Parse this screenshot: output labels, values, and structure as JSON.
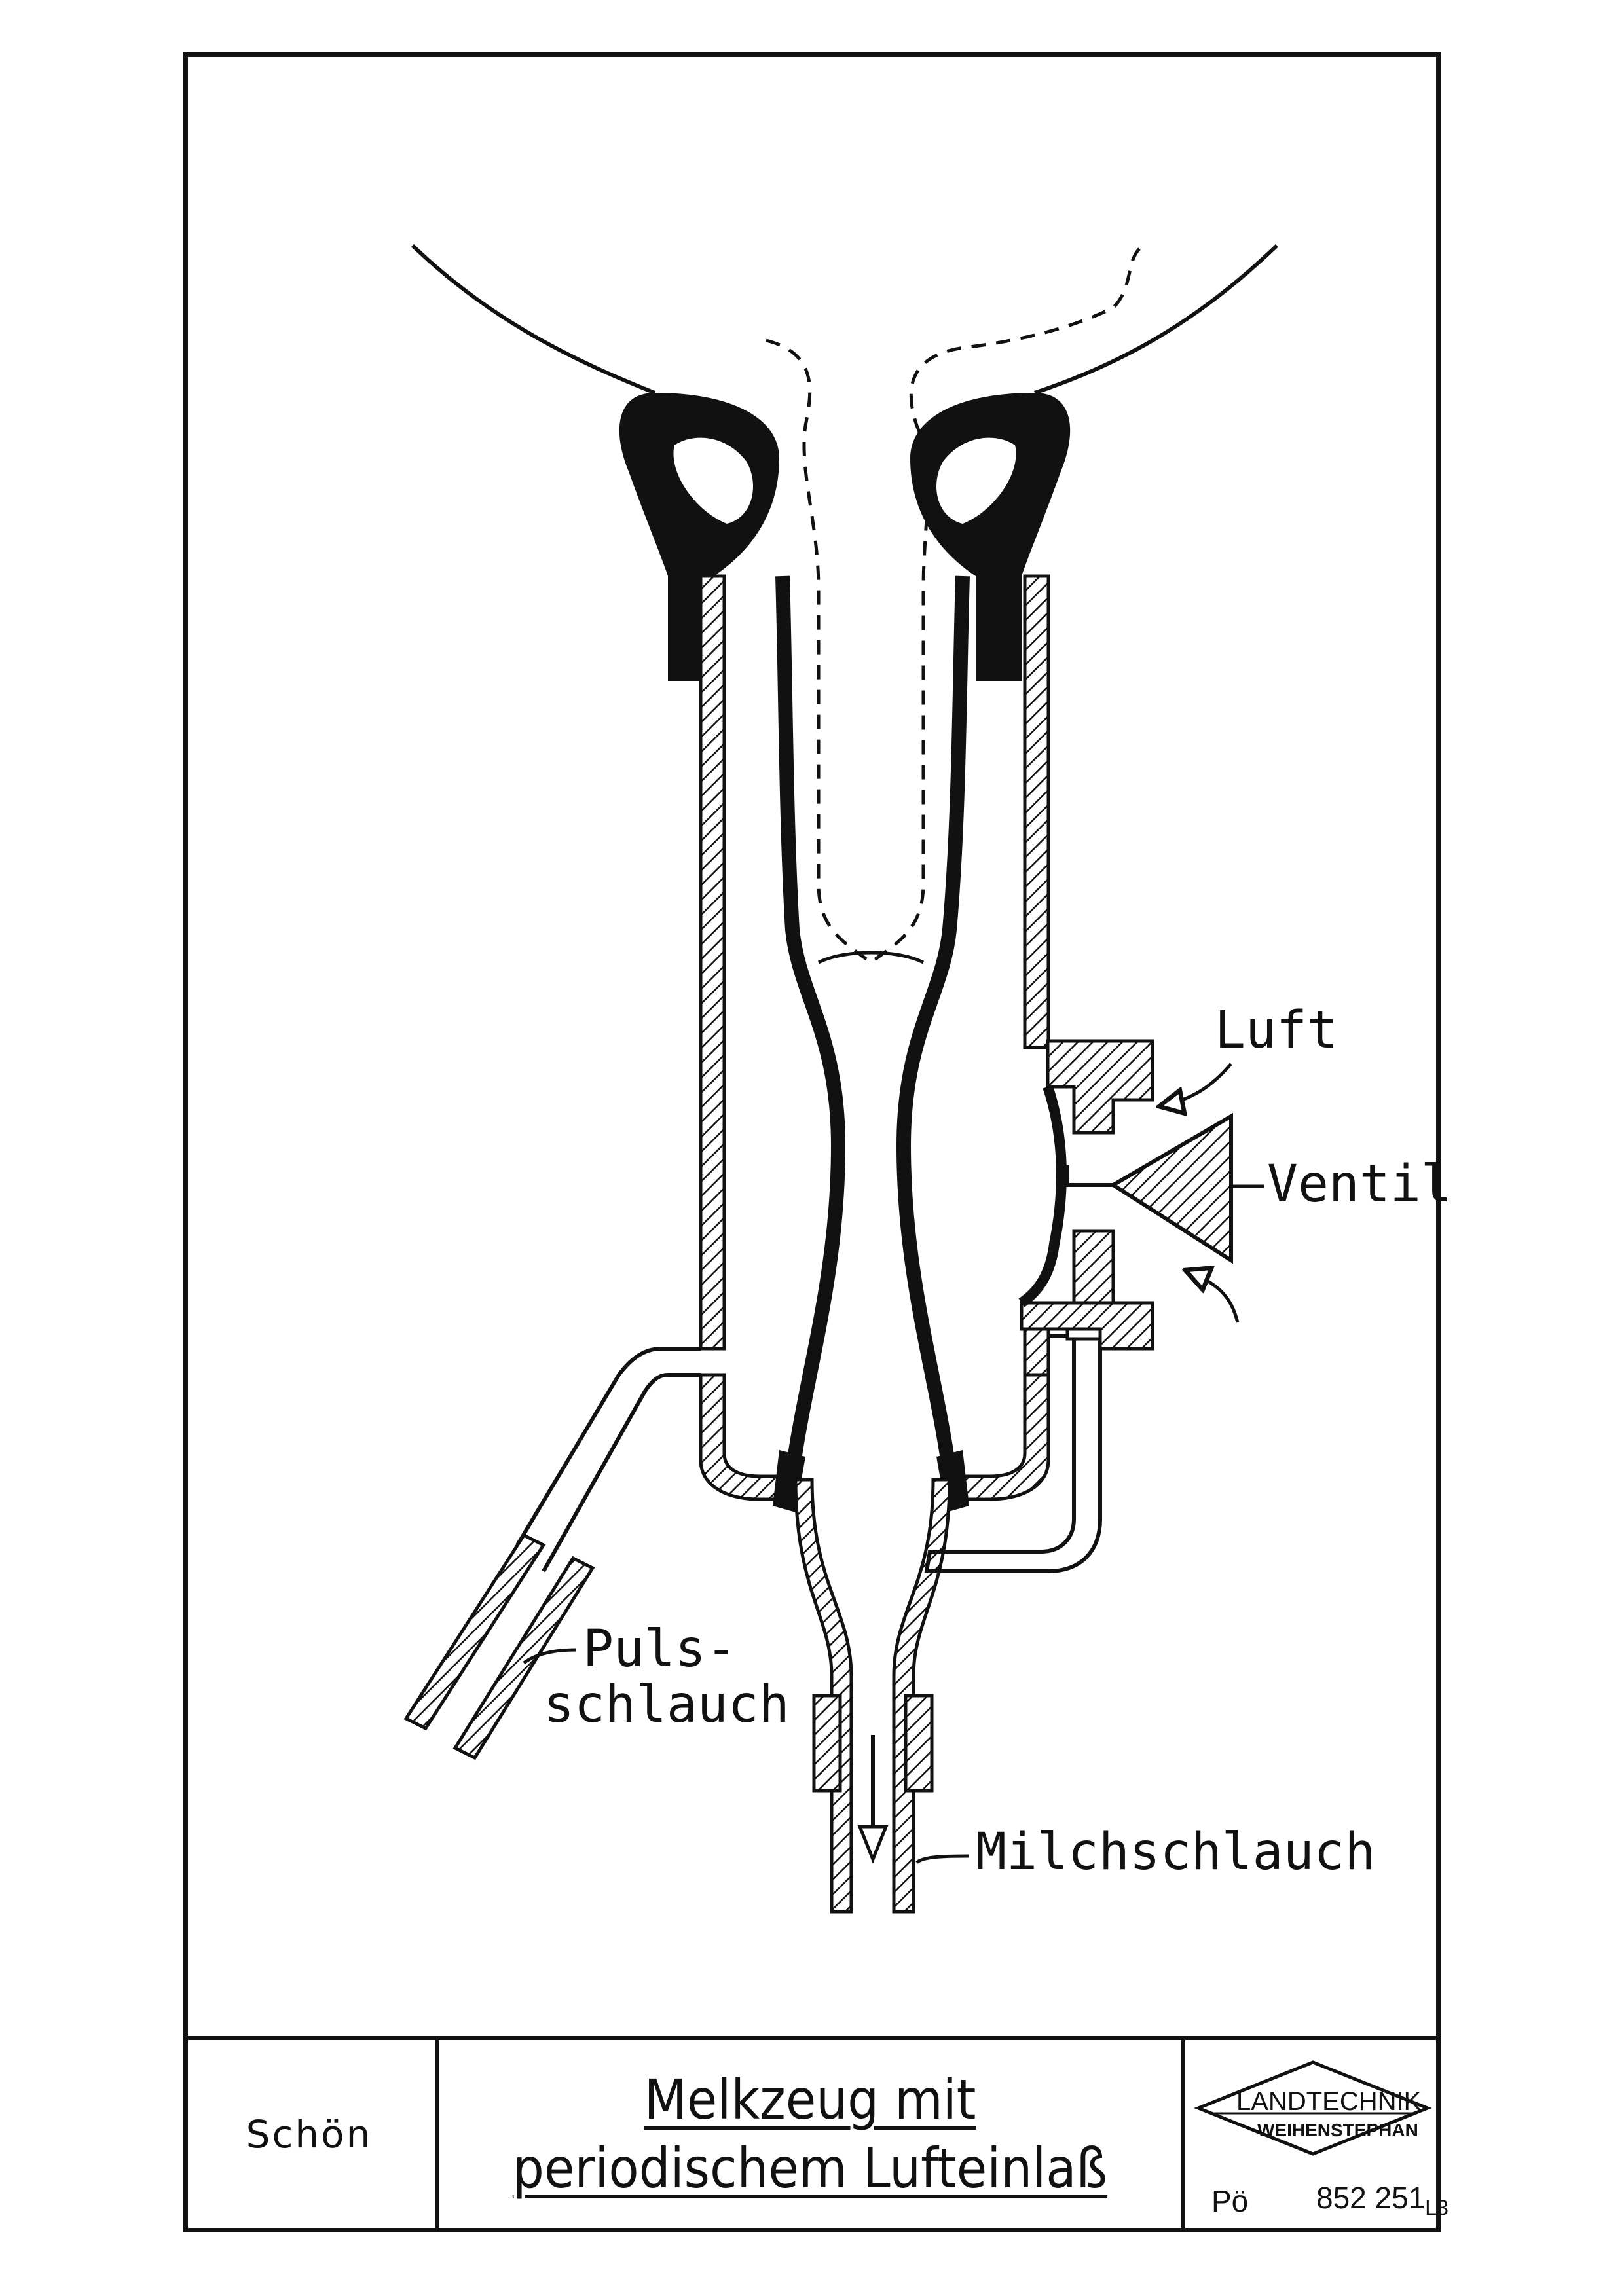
{
  "labels": {
    "luft": "Luft",
    "ventil": "Ventil",
    "puls_line1": "Puls-",
    "puls_line2": "schlauch",
    "milchschlauch": "Milchschlauch"
  },
  "title_block": {
    "author": "Schön",
    "title_line1": "Melkzeug mit",
    "title_line2": "periodischem Lufteinlaß",
    "logo_top": "LANDTECHNIK",
    "logo_bottom": "WEIHENSTEPHAN",
    "initials": "Pö",
    "drawing_number": "852 251",
    "drawing_suffix": "L3"
  },
  "colors": {
    "ink": "#111111",
    "paper": "#ffffff"
  }
}
